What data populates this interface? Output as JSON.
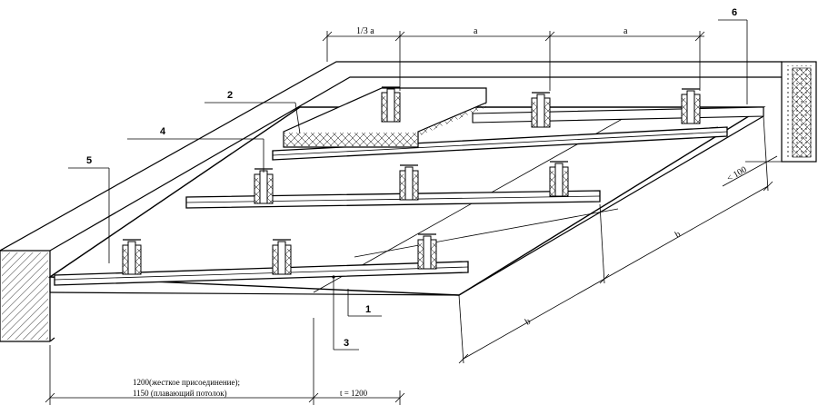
{
  "callouts": [
    "1",
    "2",
    "3",
    "4",
    "5",
    "6"
  ],
  "dimensions": {
    "third_a": "1/3 a",
    "a1": "a",
    "a2": "a",
    "b1": "b",
    "b2": "b",
    "lt100": "< 100",
    "t": "t = 1200"
  },
  "note": {
    "line1": "1200(жесткое присоединение);",
    "line2": "1150 (плавающий потолок)"
  }
}
